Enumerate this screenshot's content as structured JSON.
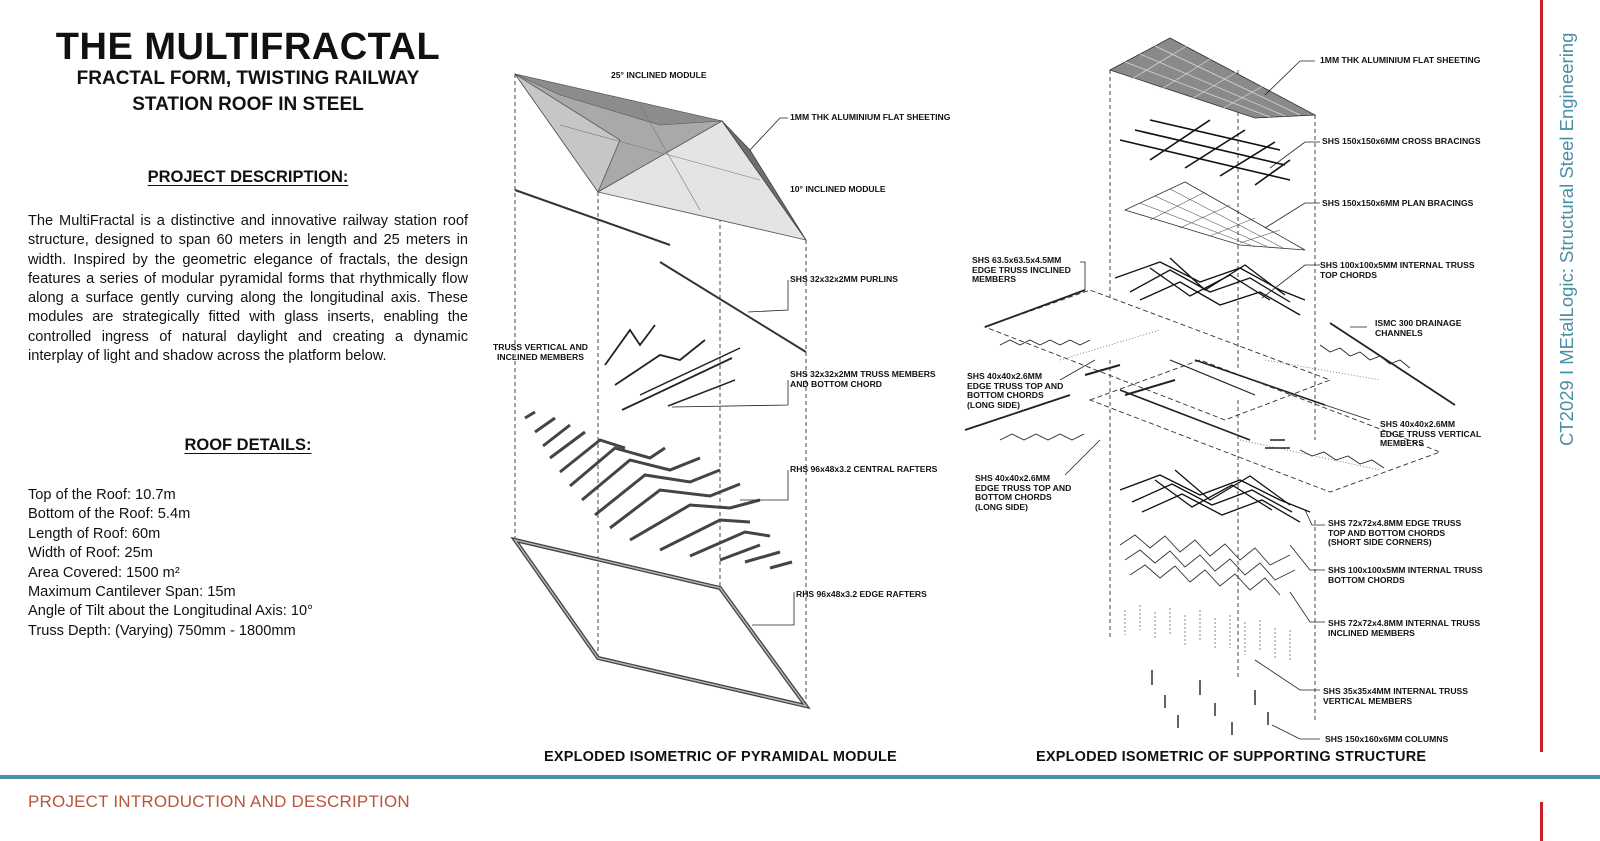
{
  "header": {
    "title": "THE MULTIFRACTAL",
    "subtitle_line1": "FRACTAL FORM, TWISTING RAILWAY",
    "subtitle_line2": "STATION ROOF IN STEEL"
  },
  "description": {
    "heading": "PROJECT DESCRIPTION:",
    "body": "The MultiFractal is a distinctive and innovative railway station roof structure, designed to span 60 meters in length and 25 meters in width. Inspired by the geometric elegance of fractals, the design features a series of modular pyramidal forms that rhythmically flow along a surface gently curving along the longitudinal axis. These modules are strategically fitted with glass inserts, enabling the controlled ingress of natural daylight and creating a dynamic interplay of light and shadow across the platform below."
  },
  "roof_details": {
    "heading": "ROOF DETAILS:",
    "items": [
      "Top of the Roof: 10.7m",
      "Bottom of the Roof: 5.4m",
      "Length of Roof: 60m",
      "Width of Roof: 25m",
      "Area Covered: 1500 m²",
      "Maximum Cantilever Span: 15m",
      "Angle of Tilt about the Longitudinal Axis: 10°",
      "Truss Depth: (Varying) 750mm - 1800mm"
    ]
  },
  "pyramidal_module": {
    "caption": "EXPLODED ISOMETRIC OF PYRAMIDAL MODULE",
    "labels": {
      "inclined_25": "25° INCLINED MODULE",
      "sheeting": "1MM THK ALUMINIUM FLAT SHEETING",
      "inclined_10": "10° INCLINED MODULE",
      "purlins": "SHS 32x32x2MM PURLINS",
      "truss_vertical": "TRUSS VERTICAL AND\nINCLINED MEMBERS",
      "truss_members": "SHS 32x32x2MM TRUSS MEMBERS\nAND BOTTOM CHORD",
      "central_rafters": "RHS 96x48x3.2 CENTRAL RAFTERS",
      "edge_rafters": "RHS 96x48x3.2 EDGE RAFTERS"
    }
  },
  "supporting_structure": {
    "caption": "EXPLODED ISOMETRIC OF SUPPORTING STRUCTURE",
    "labels": {
      "sheeting": "1MM THK ALUMINIUM FLAT SHEETING",
      "cross_bracings": "SHS 150x150x6MM CROSS BRACINGS",
      "plan_bracings": "SHS 150x150x6MM PLAN BRACINGS",
      "edge_inclined": "SHS 63.5x63.5x4.5MM\nEDGE TRUSS INCLINED\nMEMBERS",
      "internal_top": "SHS 100x100x5MM INTERNAL TRUSS\nTOP CHORDS",
      "drainage": "ISMC 300 DRAINAGE\nCHANNELS",
      "edge_long_1": "SHS 40x40x2.6MM\nEDGE TRUSS TOP AND\nBOTTOM CHORDS\n(LONG SIDE)",
      "edge_vertical": "SHS 40x40x2.6MM\nEDGE TRUSS VERTICAL\nMEMBERS",
      "edge_long_2": "SHS 40x40x2.6MM\nEDGE TRUSS TOP AND\nBOTTOM CHORDS\n(LONG SIDE)",
      "edge_short": "SHS 72x72x4.8MM EDGE TRUSS\nTOP AND BOTTOM CHORDS\n(SHORT SIDE CORNERS)",
      "internal_bottom": "SHS 100x100x5MM INTERNAL TRUSS\nBOTTOM CHORDS",
      "internal_inclined": "SHS 72x72x4.8MM INTERNAL TRUSS\nINCLINED MEMBERS",
      "internal_vertical": "SHS 35x35x4MM INTERNAL TRUSS\nVERTICAL MEMBERS",
      "columns": "SHS 150x160x6MM COLUMNS"
    }
  },
  "footer": {
    "section_title": "PROJECT INTRODUCTION AND DESCRIPTION"
  },
  "sidebar": {
    "vertical_text": "CT2029 I MEtalLogic: Structural Steel Engineering"
  },
  "colors": {
    "accent_blue": "#4a8fa6",
    "accent_red": "#c8202a",
    "footer_text": "#b8553b"
  }
}
